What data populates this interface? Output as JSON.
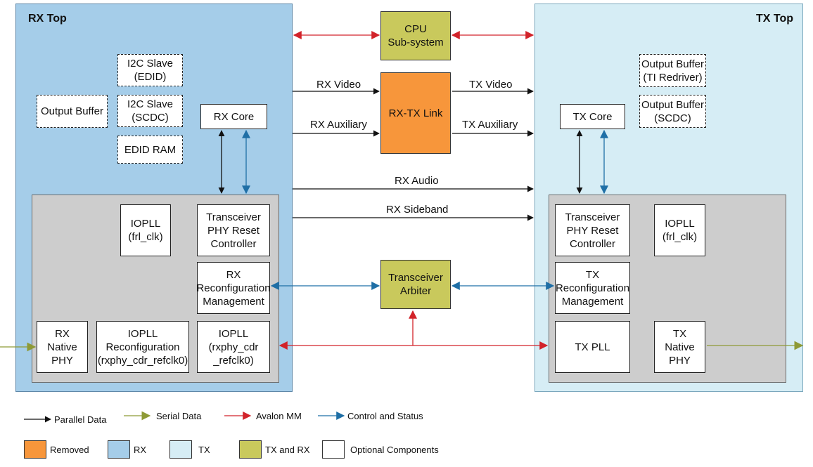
{
  "regions": {
    "rx_top": "RX Top",
    "tx_top": "TX Top"
  },
  "blocks": {
    "cpu": "CPU\nSub-system",
    "rxtx_link": "RX-TX Link",
    "transceiver_arbiter": "Transceiver\nArbiter",
    "rx_i2c_edid": "I2C Slave\n(EDID)",
    "rx_i2c_scdc": "I2C Slave\n(SCDC)",
    "rx_edid_ram": "EDID RAM",
    "rx_output_buffer": "Output Buffer",
    "rx_core": "RX Core",
    "rx_iopll_frl": "IOPLL\n(frl_clk)",
    "rx_phy_reset": "Transceiver\nPHY Reset\nController",
    "rx_reconfig": "RX\nReconfiguration\nManagement",
    "rx_native_phy": "RX\nNative\nPHY",
    "rx_iopll_reconfig": "IOPLL\nReconfiguration\n(rxphy_cdr_refclk0)",
    "rx_iopll_rxphy": "IOPLL\n(rxphy_cdr\n_refclk0)",
    "tx_output_buffer_ti": "Output Buffer\n(TI Redriver)",
    "tx_output_buffer_scdc": "Output Buffer\n(SCDC)",
    "tx_core": "TX Core",
    "tx_phy_reset": "Transceiver\nPHY Reset\nController",
    "tx_iopll_frl": "IOPLL\n(frl_clk)",
    "tx_reconfig": "TX\nReconfiguration\nManagement",
    "tx_pll": "TX PLL",
    "tx_native_phy": "TX\nNative\nPHY"
  },
  "signals": {
    "rx_video": "RX Video",
    "tx_video": "TX Video",
    "rx_auxiliary": "RX Auxiliary",
    "tx_auxiliary": "TX Auxiliary",
    "rx_audio": "RX Audio",
    "rx_sideband": "RX Sideband"
  },
  "legend": {
    "lines": [
      {
        "label": "Parallel Data",
        "color": "#111111"
      },
      {
        "label": "Serial Data",
        "color": "#8e9a36"
      },
      {
        "label": "Avalon MM",
        "color": "#d2232a"
      },
      {
        "label": "Control and Status",
        "color": "#1f6fa6"
      }
    ],
    "swatches": [
      {
        "label": "Removed",
        "color": "#f7963b"
      },
      {
        "label": "RX",
        "color": "#a5cde9"
      },
      {
        "label": "TX",
        "color": "#d6edf5"
      },
      {
        "label": "TX and RX",
        "color": "#c9c95c"
      },
      {
        "label": "Optional Components",
        "color": "#ffffff"
      }
    ]
  }
}
